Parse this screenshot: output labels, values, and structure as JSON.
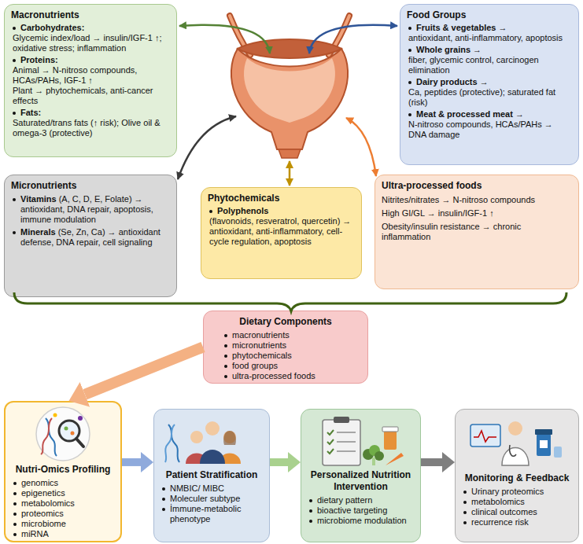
{
  "diagram": {
    "nodes": [
      {
        "text": [
          "Macronutrients",
          "Carbohydrates:",
          "Glycemic index/load → insulin/IGF-1 ↑; oxidative stress; inflammation",
          "Proteins:",
          "Animal → N-nitroso compounds, HCAs/PAHs, IGF-1 ↑",
          "Plant → phytochemicals, anti-cancer effects",
          "Fats:",
          "Saturated/trans fats (↑ risk); Olive oil & omega-3 (protective)"
        ]
      },
      {
        "text": [
          "Food Groups",
          "Fruits & vegetables →",
          "antioxidant, anti-inflammatory, apoptosis",
          "Whole grains →",
          "fiber, glycemic control, carcinogen elimination",
          "Dairy products →",
          "Ca, peptides (protective); saturated fat (risk)",
          "Meat & processed meat →",
          "N-nitroso compounds, HCAs/PAHs → DNA damage"
        ]
      },
      {
        "text": [
          "Micronutrients",
          "Vitamins",
          "(A, C, D, E, Folate) → antioxidant, DNA repair, apoptosis, immune modulation",
          "Minerals",
          "(Se, Zn, Ca) → antioxidant defense, DNA repair, cell signaling"
        ]
      },
      {
        "text": [
          "Phytochemicals",
          "Polyphenols",
          "(flavonoids, resveratrol, quercetin) → antioxidant, anti-inflammatory, cell-cycle regulation, apoptosis"
        ]
      },
      {
        "text": [
          "Ultra-processed foods",
          "Nitrites/nitrates → N-nitroso compounds",
          "High GI/GL → insulin/IGF-1 ↑",
          "Obesity/insulin resistance → chronic inflammation"
        ]
      },
      {
        "text": [
          "Dietary Components",
          "macronutrients",
          "micronutrients",
          "phytochemicals",
          "food groups",
          "ultra-processed foods"
        ]
      },
      {
        "text": [
          "Nutri-Omics Profiling",
          "genomics",
          "epigenetics",
          "metabolomics",
          "proteomics",
          "microbiome",
          "miRNA"
        ]
      },
      {
        "text": [
          "Patient Stratification",
          "NMBIC/ MIBC",
          "Moleculer subtype",
          "İmmune-metabolic phenotype"
        ]
      },
      {
        "text": [
          "Personalized Nutrition Intervention",
          "dietary pattern",
          "bioactive targeting",
          "microbiome modulation"
        ]
      },
      {
        "text": [
          "Monitoring & Feedback",
          "Urinary proteomics",
          "metabolomics",
          "clinical outcomes",
          "recurrence risk"
        ]
      }
    ],
    "edges": [
      {
        "from": 5,
        "to": 6,
        "arrow": "to"
      },
      {
        "from": 6,
        "to": 7,
        "arrow": "to"
      },
      {
        "from": 7,
        "to": 8,
        "arrow": "to"
      },
      {
        "from": 8,
        "to": 9,
        "arrow": "to"
      }
    ]
  }
}
